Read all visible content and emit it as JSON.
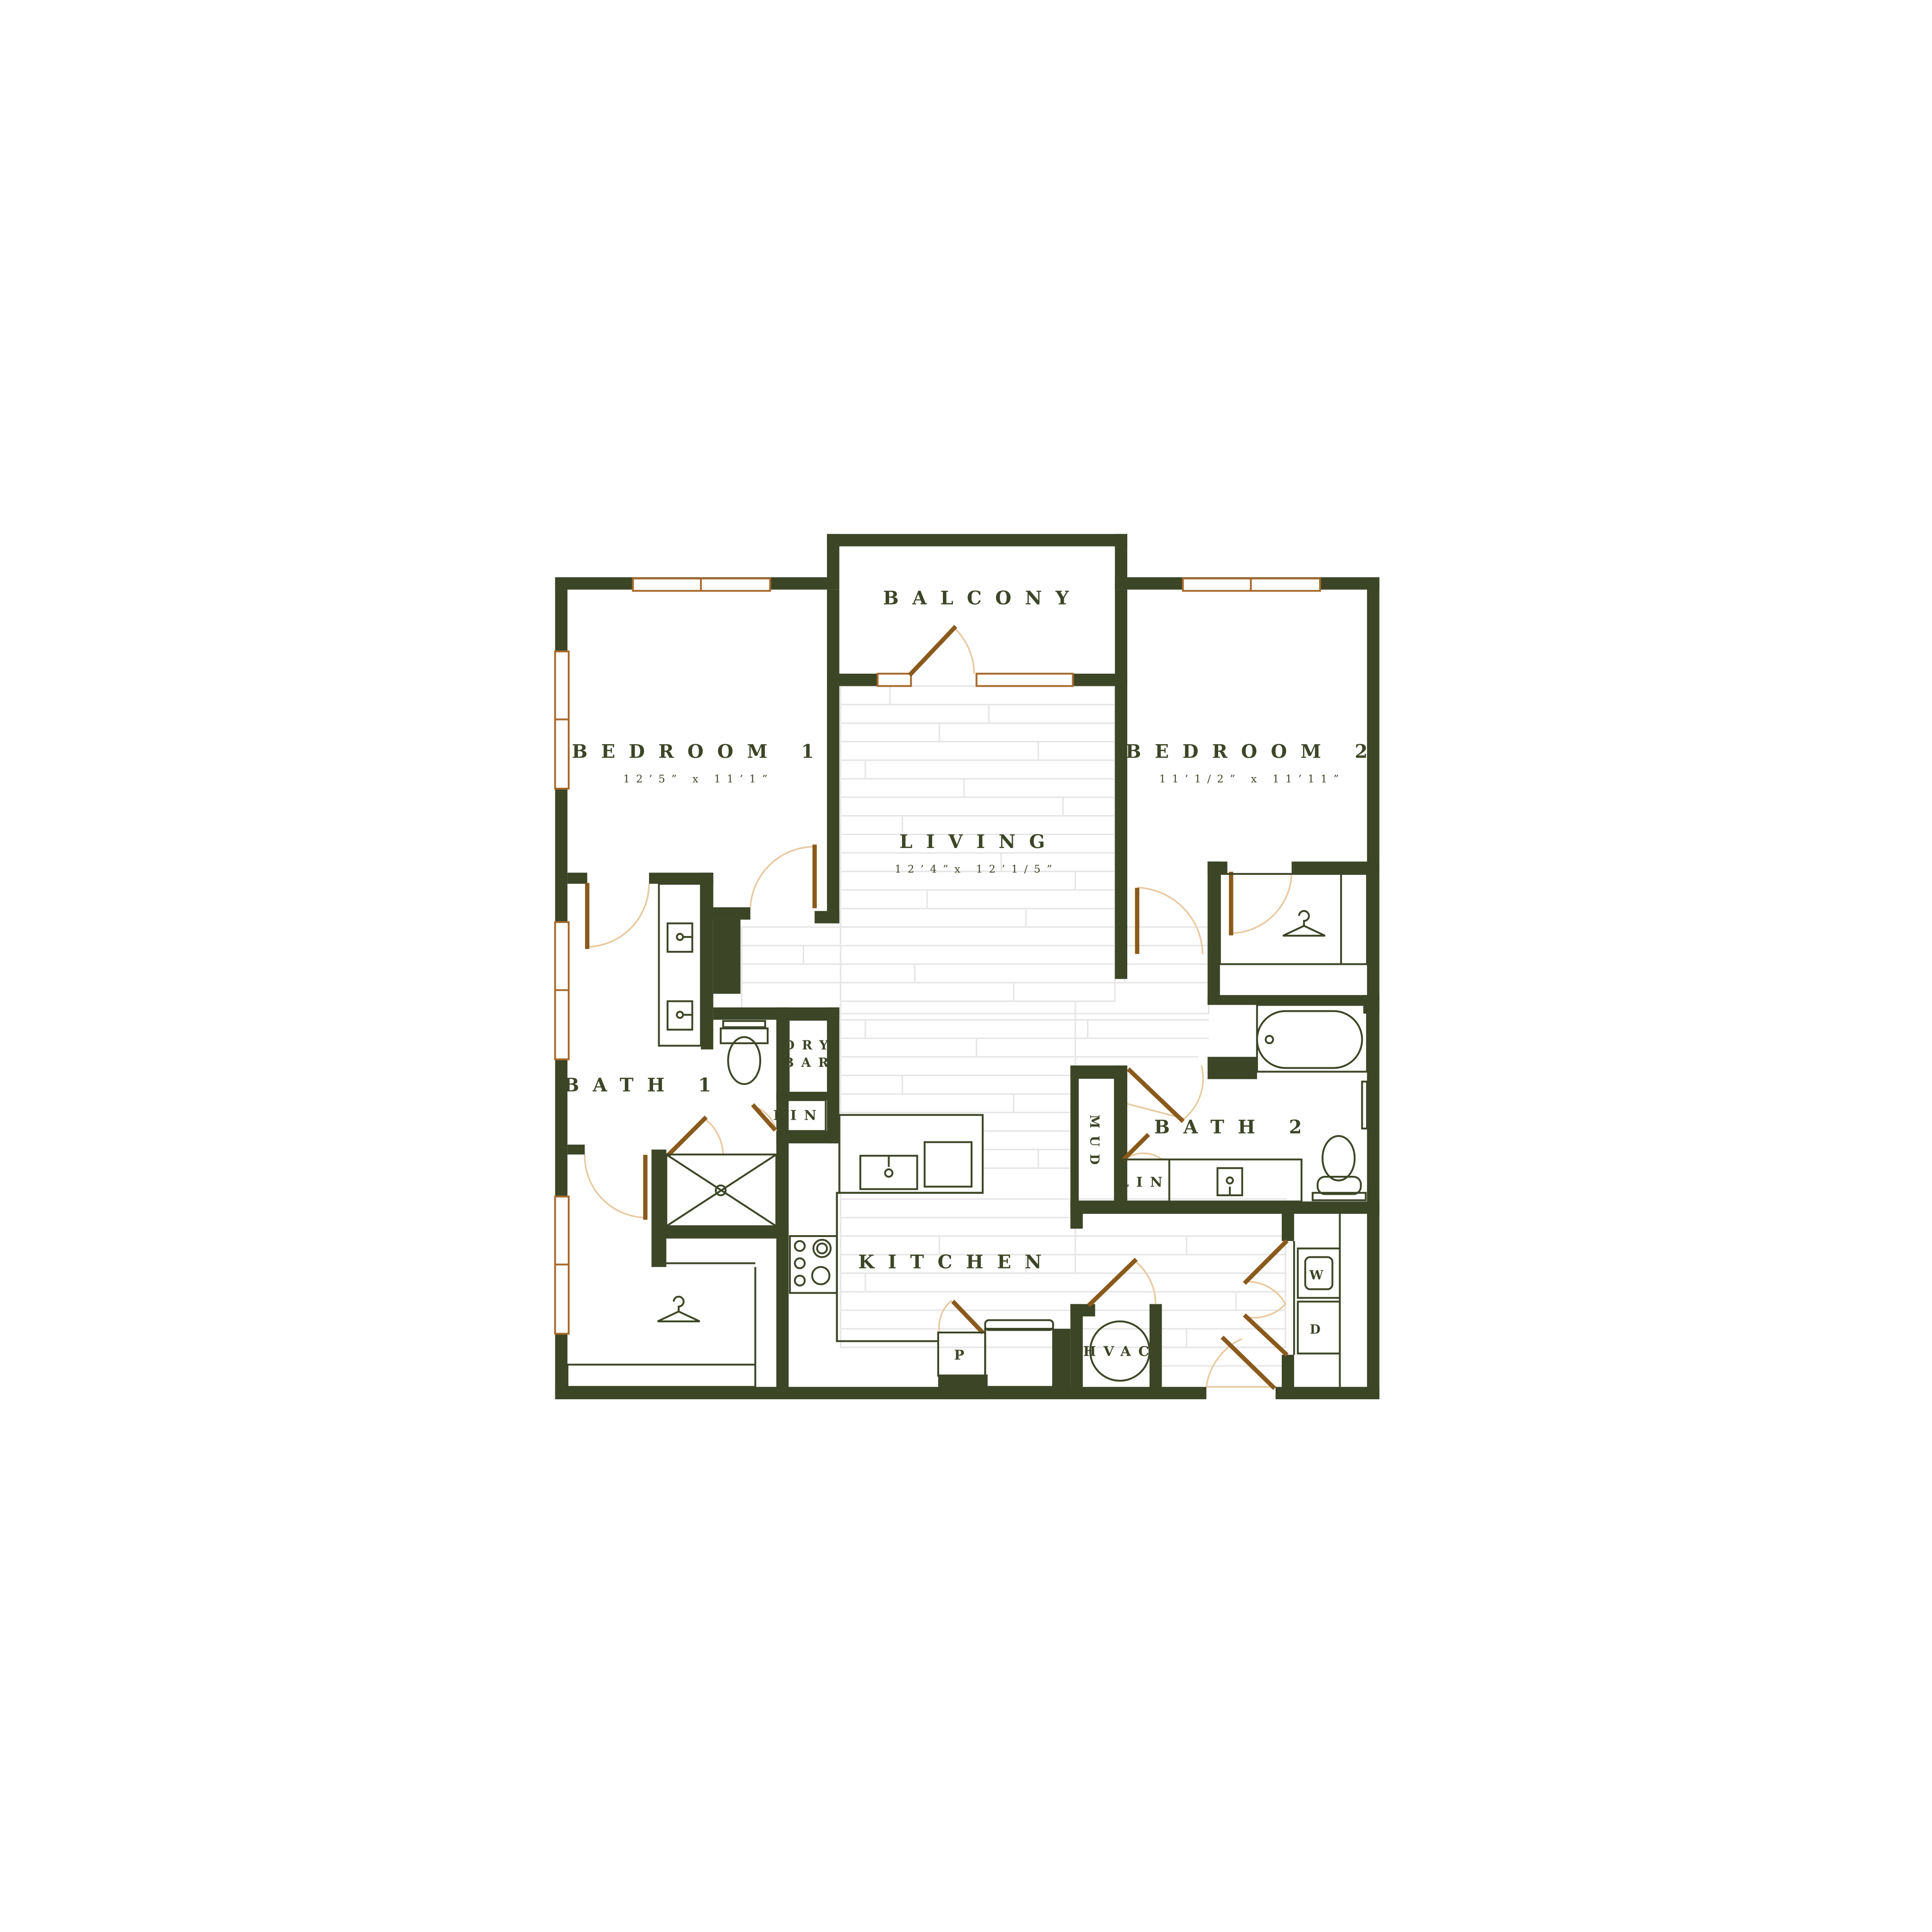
{
  "colors": {
    "wall": "#3c4526",
    "door": "#8a5a1c",
    "window": "#a86a2c",
    "swing": "#e8c9a0",
    "floor_line": "#e6e6e6",
    "fixture": "#3c4526",
    "background": "#ffffff"
  },
  "rooms": {
    "balcony": {
      "name": "BALCONY"
    },
    "bedroom1": {
      "name": "BEDROOM 1",
      "dims": "12’5” x 11’1”"
    },
    "bedroom2": {
      "name": "BEDROOM 2",
      "dims": "11’1/2” x 11’11”"
    },
    "living": {
      "name": "LIVING",
      "dims": "12’4”x 12’1/5”"
    },
    "bath1": {
      "name": "BATH 1"
    },
    "bath2": {
      "name": "BATH 2"
    },
    "kitchen": {
      "name": "KITCHEN"
    }
  },
  "fixtures": {
    "dry_bar": {
      "line1": "DRY",
      "line2": "BAR"
    },
    "linen_1": "LIN",
    "linen_2": "LIN",
    "mud": "MUD",
    "hvac": "HVAC",
    "pantry": "P",
    "washer": "W",
    "dryer": "D"
  },
  "icons": {
    "closet_1": "hanger-icon",
    "closet_2": "hanger-icon",
    "range": "stovetop-icon",
    "shower_drain": "shower-drain-icon",
    "toilet_1": "toilet-icon",
    "toilet_2": "toilet-icon",
    "tub": "bathtub-icon"
  }
}
